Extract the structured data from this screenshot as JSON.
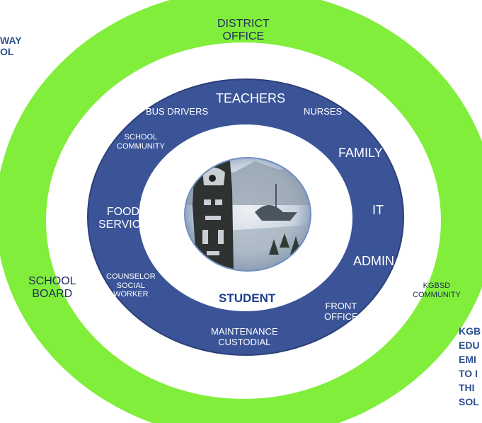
{
  "colors": {
    "outer_ring": "#82ee3c",
    "white_gap": "#ffffff",
    "blue_ring": "#3b5498",
    "blue_ring_edge": "#2c3f78",
    "center": "#ffffff",
    "dark_text": "#1f2d5a",
    "navy_text": "#2f4f91"
  },
  "corner_top_left": {
    "line1": "WAY",
    "line2": "OL"
  },
  "corner_bottom_right": {
    "lines": [
      "KGB",
      "EDU",
      "EMI",
      "TO I",
      "THI",
      "SOL"
    ]
  },
  "green_ring": {
    "district_office": {
      "line1": "DISTRICT",
      "line2": "OFFICE"
    },
    "school_board": {
      "line1": "SCHOOL",
      "line2": "BOARD"
    },
    "kgbsd_community": {
      "line1": "KGBSD",
      "line2": "COMMUNITY"
    }
  },
  "blue_ring": {
    "teachers": "TEACHERS",
    "bus_drivers": "BUS DRIVERS",
    "nurses": "NURSES",
    "school_community": {
      "line1": "SCHOOL",
      "line2": "COMMUNITY"
    },
    "family": "FAMILY",
    "food_service": {
      "line1": "FOOD",
      "line2": "SERVICE"
    },
    "it": "IT",
    "admin": "ADMIN",
    "counselor": {
      "line1": "COUNSELOR",
      "line2": "SOCIAL",
      "line3": "WORKER"
    },
    "front_office": {
      "line1": "FRONT",
      "line2": "OFFICE"
    },
    "maintenance": {
      "line1": "MAINTENANCE",
      "line2": "CUSTODIAL"
    }
  },
  "center": {
    "student": "STUDENT"
  },
  "logo": {
    "icon": "totem-seal-icon"
  }
}
